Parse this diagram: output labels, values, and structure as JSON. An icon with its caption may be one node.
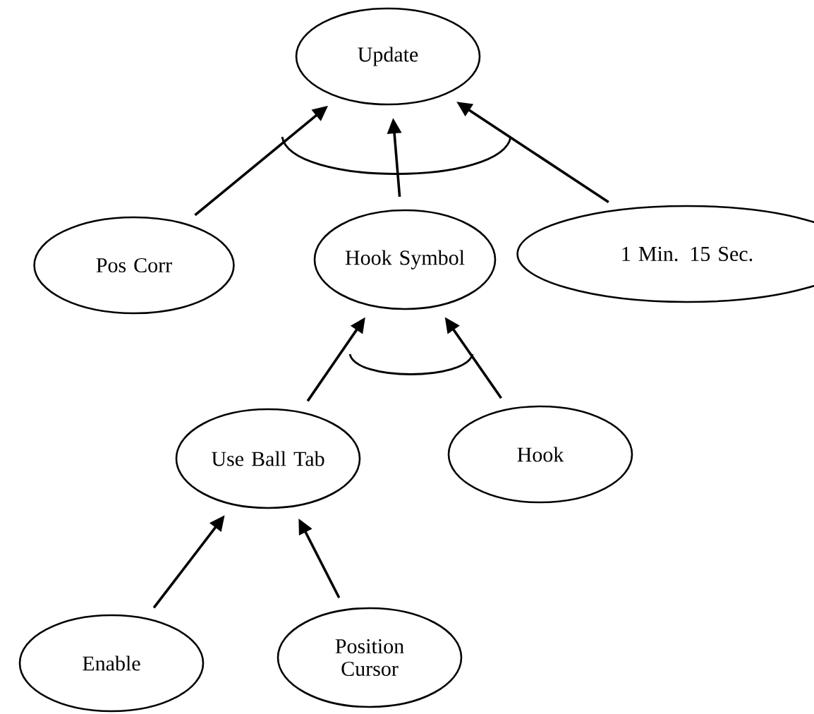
{
  "diagram": {
    "nodes": [
      {
        "text": [
          "Update"
        ]
      },
      {
        "text": [
          "Pos Corr"
        ]
      },
      {
        "text": [
          "Hook Symbol"
        ]
      },
      {
        "text": [
          "1 Min. 15 Sec."
        ]
      },
      {
        "text": [
          "Use Ball Tab"
        ]
      },
      {
        "text": [
          "Hook"
        ]
      },
      {
        "text": [
          "Enable"
        ]
      },
      {
        "text": [
          "Position Cursor"
        ]
      }
    ],
    "edges": [
      {
        "from": 1,
        "to": 0,
        "arrow": "to"
      },
      {
        "from": 2,
        "to": 0,
        "arrow": "to"
      },
      {
        "from": 3,
        "to": 0,
        "arrow": "to"
      },
      {
        "from": 4,
        "to": 2,
        "arrow": "to"
      },
      {
        "from": 5,
        "to": 2,
        "arrow": "to"
      },
      {
        "from": 6,
        "to": 4,
        "arrow": "to"
      },
      {
        "from": 7,
        "to": 4,
        "arrow": "to"
      }
    ]
  }
}
